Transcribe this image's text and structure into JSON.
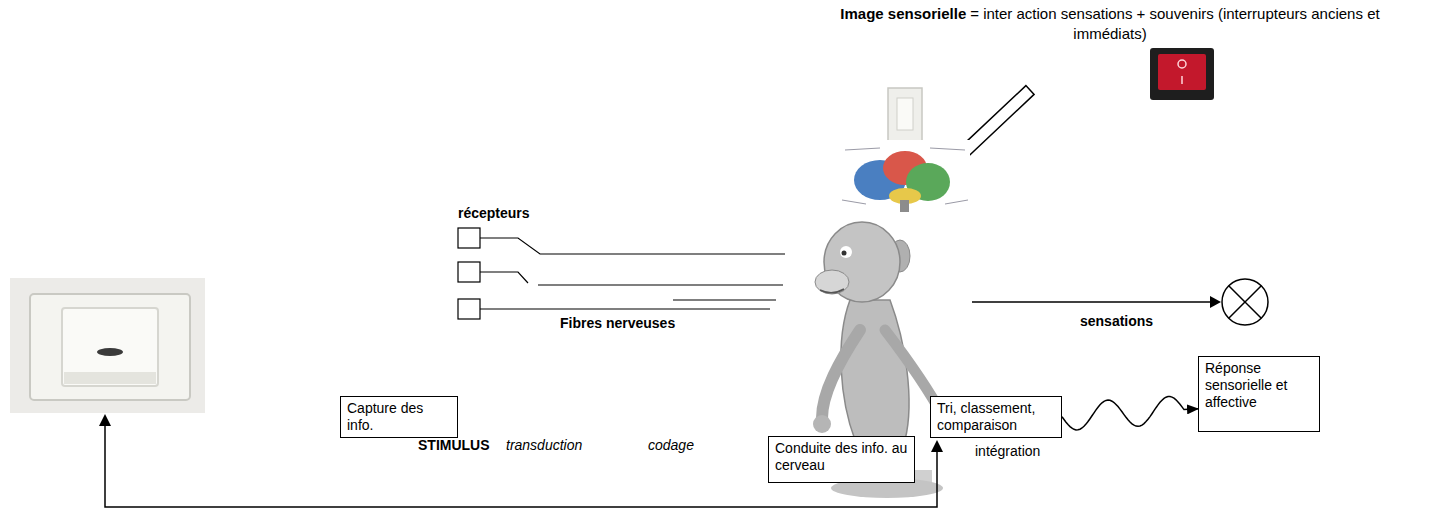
{
  "diagram": {
    "title": "Image sensorielle",
    "nodes": [
      {
        "text": [
          "Capture des info."
        ]
      },
      {
        "text": [
          "Conduite des info. au cerveau"
        ]
      },
      {
        "text": [
          "Tri, classement, comparaison"
        ]
      },
      {
        "text": [
          "Réponse sensorielle et affective"
        ]
      }
    ],
    "edges": [
      {
        "from": 2,
        "to": 3,
        "arrow": "to"
      }
    ],
    "labels": [
      "= inter action sensations + souvenirs (interrupteurs anciens et immédiats)",
      "récepteurs",
      "Fibres nerveuses",
      "STIMULUS",
      "transduction",
      "codage",
      "intégration",
      "sensations"
    ]
  }
}
